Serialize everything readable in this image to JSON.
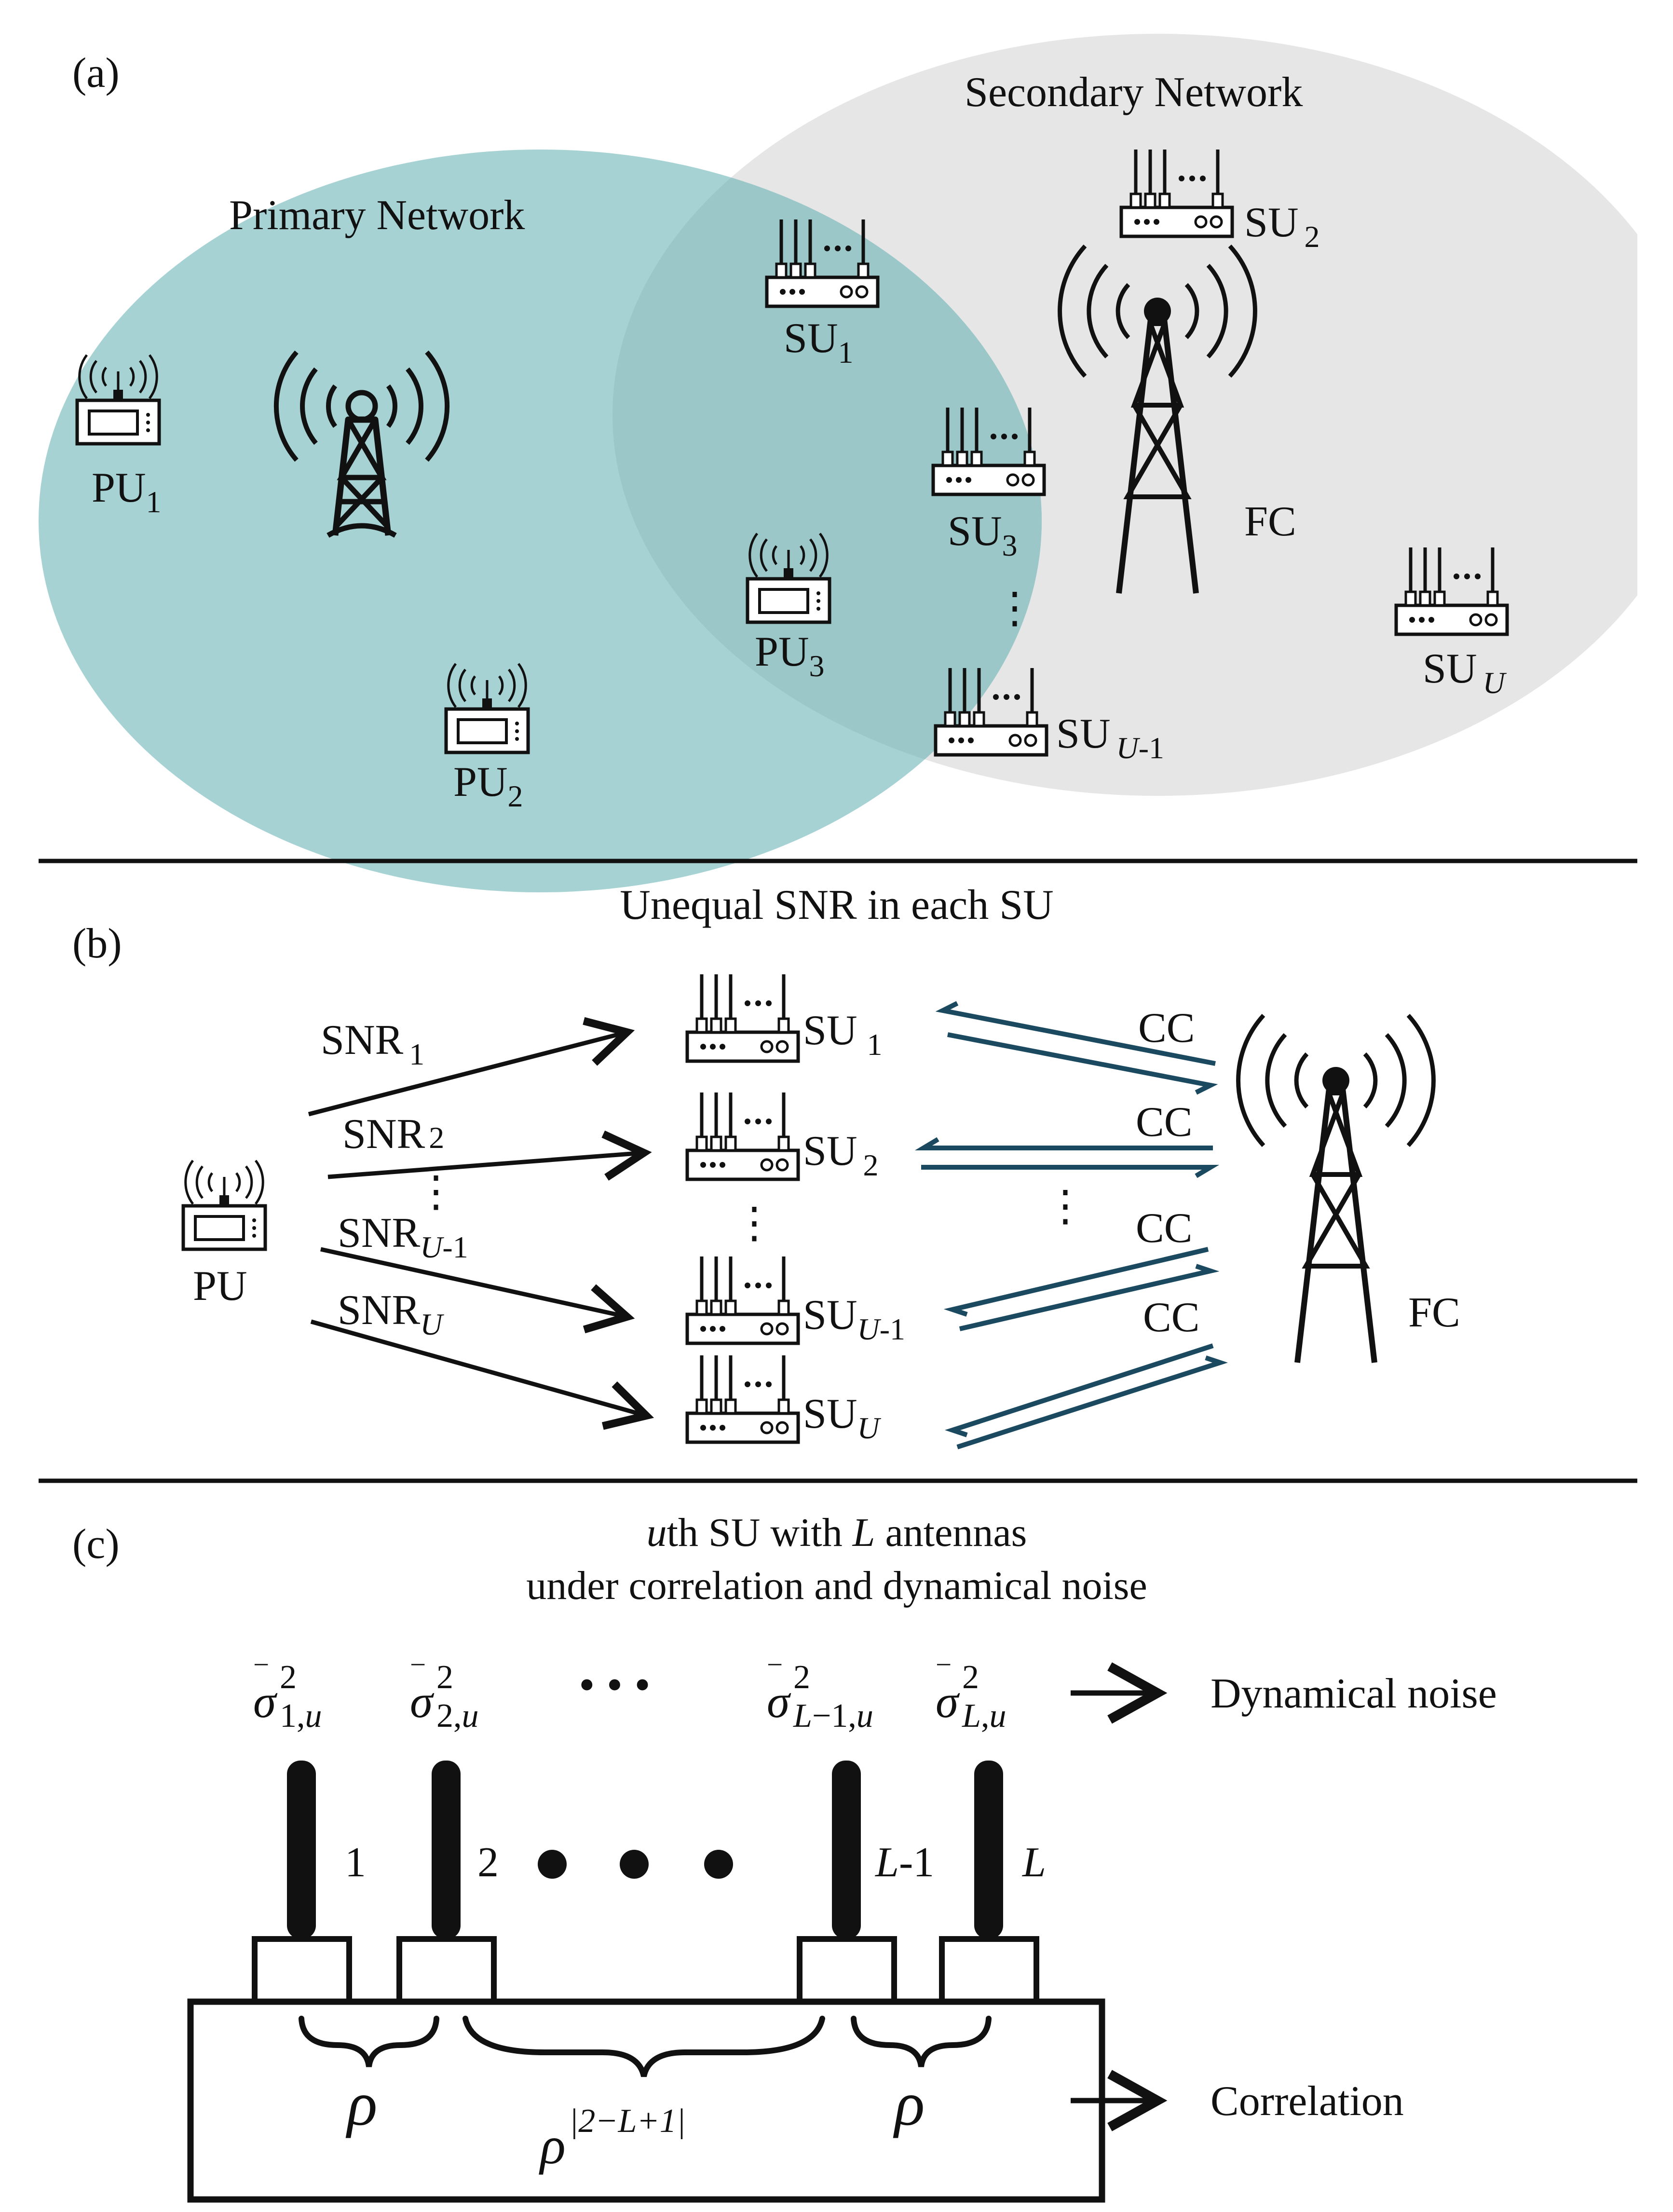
{
  "colors": {
    "primary_network_fill": "#a7d2d3",
    "secondary_network_fill": "#e6e6e6",
    "overlap_fill": "#9bc7c8",
    "control_channel": "#1b4960",
    "ink": "#111111"
  },
  "panel_a": {
    "label": "(a)",
    "primary_network": "Primary Network",
    "secondary_network": "Secondary Network",
    "pu1": {
      "base": "PU",
      "sub": "1"
    },
    "pu2": {
      "base": "PU",
      "sub": "2"
    },
    "pu3": {
      "base": "PU",
      "sub": "3"
    },
    "su1": {
      "base": "SU",
      "sub": "1"
    },
    "su2": {
      "base": "SU",
      "sub": "2"
    },
    "su3": {
      "base": "SU",
      "sub": "3"
    },
    "su_u1": {
      "base": "SU",
      "sub": "U",
      "sub2": "-1"
    },
    "su_u": {
      "base": "SU",
      "sub": "U"
    },
    "fc": "FC",
    "icons": {
      "primary_base_station": "cell-tower-icon",
      "fusion_center": "cell-tower-icon",
      "primary_user": "wireless-device-icon",
      "secondary_user": "multi-antenna-router-icon"
    }
  },
  "panel_b": {
    "label": "(b)",
    "title": "Unequal SNR in each SU",
    "pu": "PU",
    "fc": "FC",
    "snr1": {
      "base": "SNR",
      "sub": "1"
    },
    "snr2": {
      "base": "SNR",
      "sub": "2"
    },
    "snru1": {
      "base": "SNR",
      "sub": "U",
      "sub2": "-1"
    },
    "snru": {
      "base": "SNR",
      "sub": "U"
    },
    "su1": {
      "base": "SU",
      "sub": "1"
    },
    "su2": {
      "base": "SU",
      "sub": "2"
    },
    "su_u1": {
      "base": "SU",
      "sub": "U",
      "sub2": "-1"
    },
    "su_u": {
      "base": "SU",
      "sub": "U"
    },
    "cc": "CC"
  },
  "panel_c": {
    "label": "(c)",
    "title_line1_var": "u",
    "title_line1_mid": "th SU with ",
    "title_line1_var2": "L",
    "title_line1_end": " antennas",
    "title_line2": "under correlation and dynamical noise",
    "dynamical_noise": "Dynamical noise",
    "correlation": "Correlation",
    "sigma_1": {
      "sup": "2",
      "sub1": "1,",
      "sub2": "u"
    },
    "sigma_2": {
      "sup": "2",
      "sub1": "2,",
      "sub2": "u"
    },
    "sigma_l1": {
      "sup": "2",
      "sub1a": "L",
      "sub1": "−1,",
      "sub2": "u"
    },
    "sigma_l": {
      "sup": "2",
      "sub1a": "L",
      "sub1": ",",
      "sub2": "u"
    },
    "ellipsis": "• • •",
    "antenna_1": "1",
    "antenna_2": "2",
    "antenna_l1_var": "L",
    "antenna_l1_rest": "-1",
    "antenna_l": "L",
    "rho": "ρ",
    "rho_exp": "|2−L+1|"
  }
}
